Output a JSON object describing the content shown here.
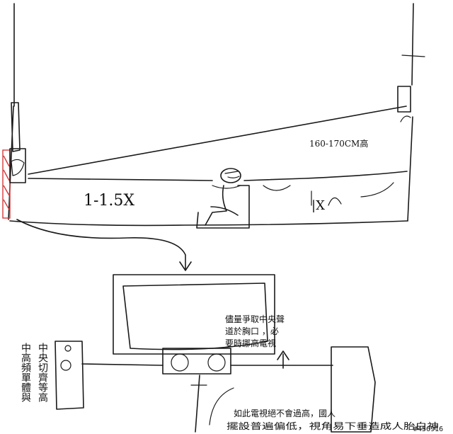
{
  "labels": {
    "eye_height": "160-170CM高",
    "distance": "1-1.5X",
    "screen_width_mark": "|X",
    "center_advice": [
      "儘量爭取中央聲",
      "道於胸口  ，必",
      "要時挪高電視"
    ],
    "height_note_line1": "如此電視絕不會過高，國人",
    "height_note_line2": "擺設普遍偏低，視角易下垂造成人胎白神",
    "side_note_columns": [
      "中高",
      "頻單",
      "體與",
      "中央",
      "切齊",
      "等高"
    ],
    "watermark": "#456916"
  },
  "colors": {
    "ink": "#1a1a1a",
    "screen_red": "#d23a3a",
    "background": "#ffffff"
  }
}
